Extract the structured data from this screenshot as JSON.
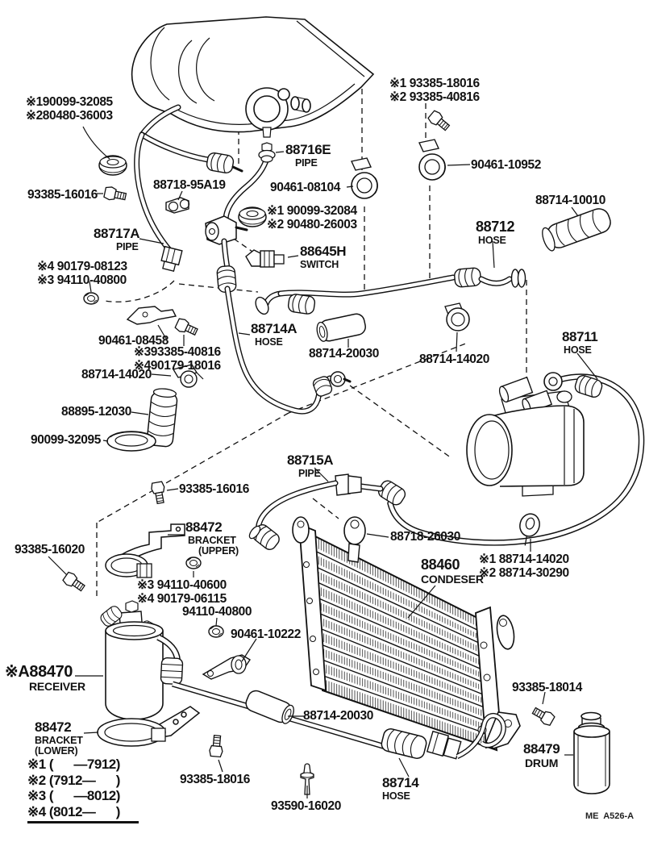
{
  "doc": {
    "footer_code": "ME  A526-A"
  },
  "legend": {
    "rows": [
      "※1 (      —7912)",
      "※2 (7912—      )",
      "※3 (      —8012)",
      "※4 (8012—      )"
    ]
  },
  "parts": {
    "grommets_evap": {
      "l1": "※190099-32085",
      "l2": "※280480-36003"
    },
    "bolt_16016_a": {
      "no": "93385-16016"
    },
    "clamp_95a19": {
      "no": "88718-95A19"
    },
    "pipe_88717a": {
      "no": "88717A",
      "type": "PIPE"
    },
    "fasteners_08123": {
      "l1": "※4 90179-08123",
      "l2": "※3 94110-40800"
    },
    "pipe_88716e": {
      "no": "88716E",
      "type": "PIPE"
    },
    "clamp_08104": {
      "no": "90461-08104"
    },
    "grommets_32084": {
      "l1": "※1 90099-32084",
      "l2": "※2 90480-26003"
    },
    "switch_88645h": {
      "no": "88645H",
      "type": "SWITCH"
    },
    "bolts_18016": {
      "l1": "※1 93385-18016",
      "l2": "※2 93385-40816"
    },
    "clamp_10952": {
      "no": "90461-10952"
    },
    "cover_10010": {
      "no": "88714-10010"
    },
    "hose_88712": {
      "no": "88712",
      "type": "HOSE"
    },
    "bracket_08458": {
      "no": "90461-08458"
    },
    "fasteners_40816": {
      "l1": "※393385-40816",
      "l2": "※490179-18016"
    },
    "clamp_14020_a": {
      "no": "88714-14020"
    },
    "cover_12030": {
      "no": "88895-12030"
    },
    "cap_32095": {
      "no": "90099-32095"
    },
    "hose_88714a": {
      "no": "88714A",
      "type": "HOSE"
    },
    "cover_20030_a": {
      "no": "88714-20030"
    },
    "clamp_14020_b": {
      "no": "88714-14020"
    },
    "hose_88711": {
      "no": "88711",
      "type": "HOSE"
    },
    "pipe_88715a": {
      "no": "88715A",
      "type": "PIPE"
    },
    "bolt_16016_b": {
      "no": "93385-16016"
    },
    "bracket_upper": {
      "no": "88472",
      "type": "BRACKET",
      "variant": "(UPPER)"
    },
    "bolt_16020": {
      "no": "93385-16020"
    },
    "fasteners_40600": {
      "l1": "※3 94110-40600",
      "l2": "※4 90179-06115"
    },
    "nut_40800": {
      "no": "94110-40800"
    },
    "bracket_10222": {
      "no": "90461-10222"
    },
    "receiver": {
      "no": "※A88470",
      "type": "RECEIVER"
    },
    "bracket_lower": {
      "no": "88472",
      "type": "BRACKET",
      "variant": "(LOWER)"
    },
    "bolt_18016_b": {
      "no": "93385-18016"
    },
    "clip_93590": {
      "no": "93590-16020"
    },
    "hose_88714": {
      "no": "88714",
      "type": "HOSE"
    },
    "clamp_26030": {
      "no": "88718-26030"
    },
    "condenser": {
      "no": "88460",
      "type": "CONDESER"
    },
    "clamps_14020": {
      "l1": "※1 88714-14020",
      "l2": "※2 88714-30290"
    },
    "bolt_18014": {
      "no": "93385-18014"
    },
    "drum": {
      "no": "88479",
      "type": "DRUM"
    },
    "cover_20030_b": {
      "no": "88714-20030"
    }
  }
}
